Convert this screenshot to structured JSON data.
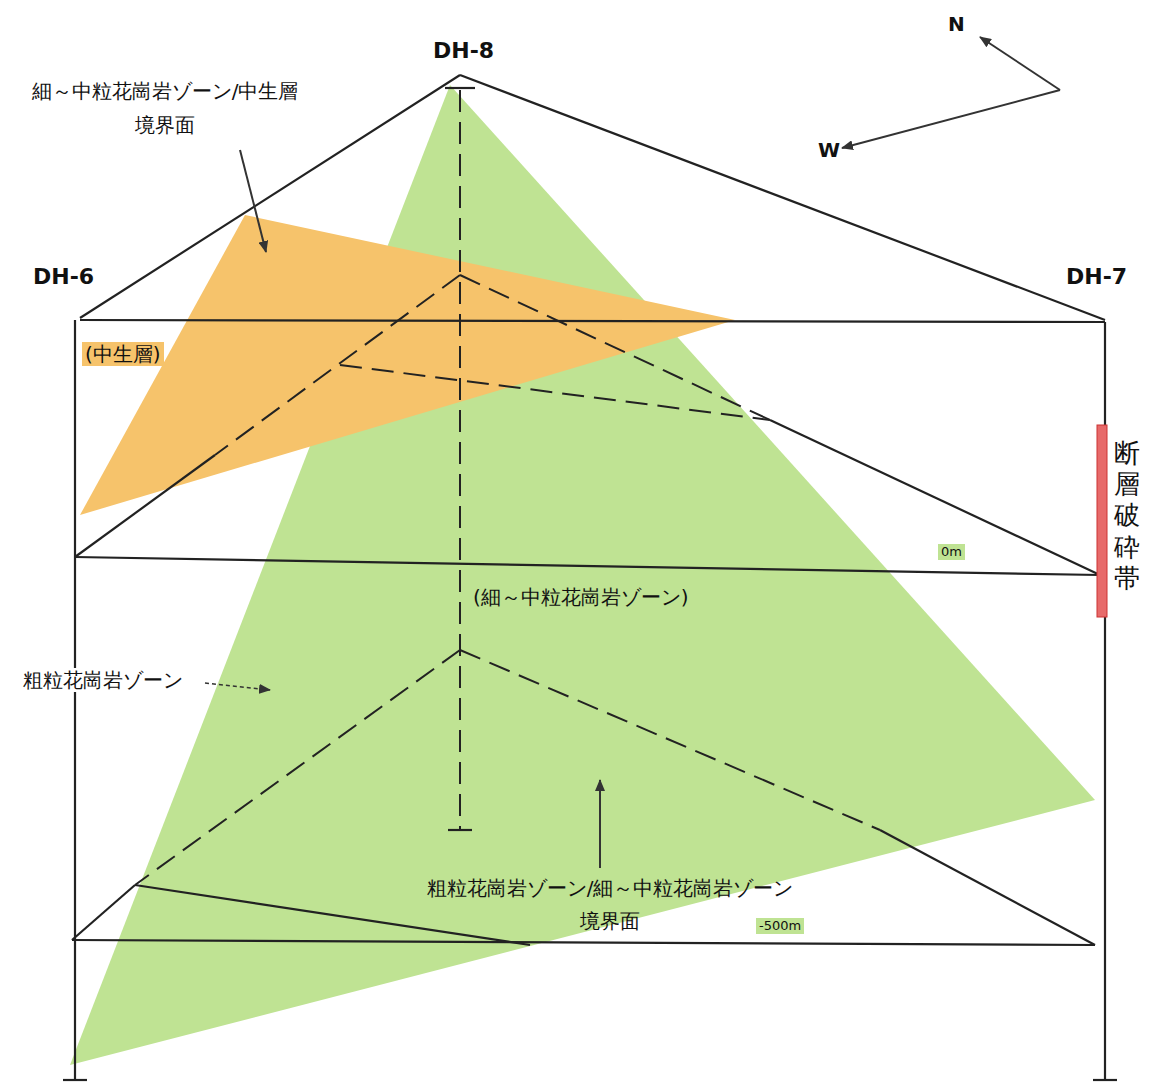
{
  "diagram": {
    "labels": [
      "DH-8",
      "DH-6",
      "DH-7",
      "細～中粒花崗岩ゾーン/中生層 境界面",
      "(中生層)",
      "(細～中粒花崗岩ゾーン)",
      "粗粒花崗岩ゾーン",
      "断層破砕帯",
      "0m",
      "-500m",
      "粗粒花崗岩ゾーン/細～中粒花崗岩ゾーン 境界面",
      "N",
      "W"
    ]
  }
}
